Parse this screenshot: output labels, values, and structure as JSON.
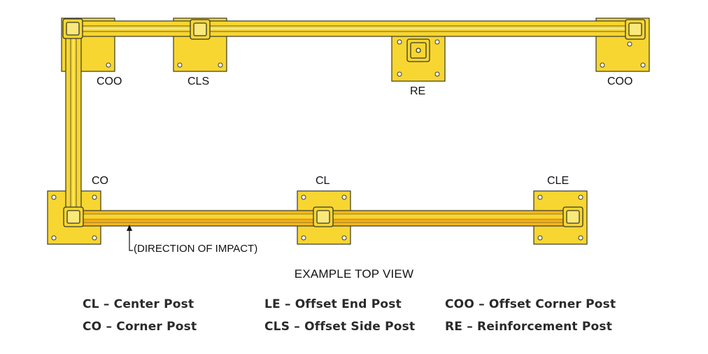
{
  "colors": {
    "yellow": "#F7D631",
    "rail_highlight": "#FAE87A",
    "impact_rail": "#F2B71D",
    "impact_line": "#E88A17",
    "outline": "#3A3A2A",
    "hole": "#FFFFFF"
  },
  "post_labels": {
    "coo_left": "COO",
    "cls": "CLS",
    "re": "RE",
    "coo_right": "COO",
    "co": "CO",
    "cl": "CL",
    "cle": "CLE"
  },
  "impact_label": "(DIRECTION OF IMPACT)",
  "title": "EXAMPLE TOP VIEW",
  "legend": [
    {
      "code": "CL",
      "text": "CL – Center Post"
    },
    {
      "code": "CO",
      "text": "CO – Corner Post"
    },
    {
      "code": "LE",
      "text": "LE – Offset End Post"
    },
    {
      "code": "CLS",
      "text": "CLS – Offset Side Post"
    },
    {
      "code": "COO",
      "text": "COO – Offset Corner Post"
    },
    {
      "code": "RE",
      "text": "RE – Reinforcement Post"
    }
  ]
}
